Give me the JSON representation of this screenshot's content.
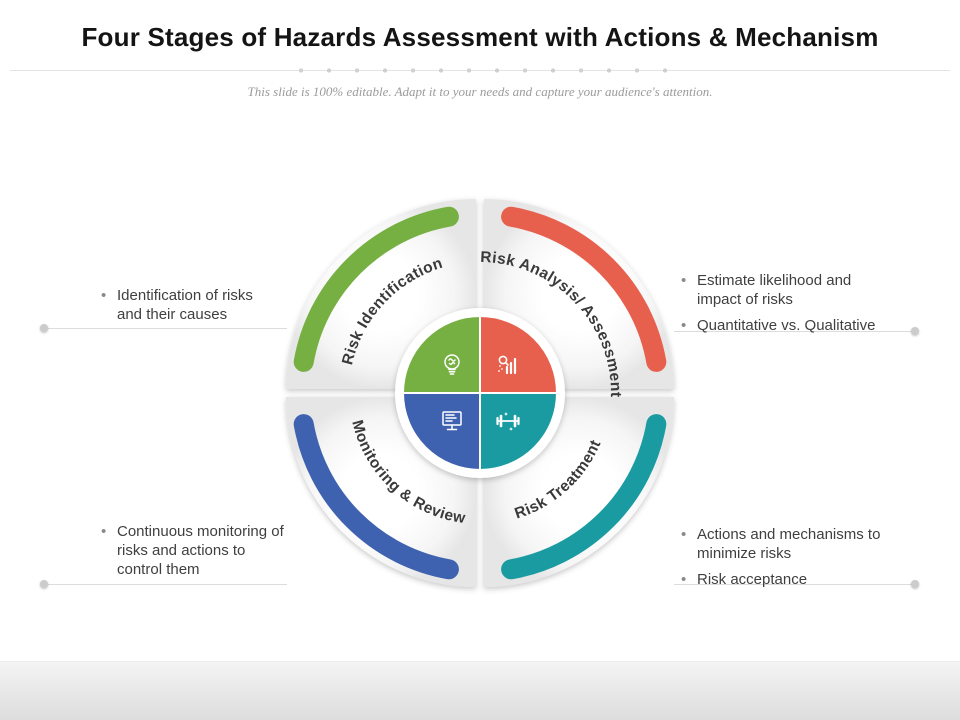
{
  "title": "Four Stages of Hazards Assessment with Actions & Mechanism",
  "subtitle": "This slide is 100% editable. Adapt it to your needs and capture your audience's attention.",
  "colors": {
    "identification": "#76b043",
    "analysis": "#e7604d",
    "treatment": "#199ba1",
    "monitoring": "#3f62b0",
    "label_text": "#3a3a3a"
  },
  "stages": [
    {
      "id": "identification",
      "label": "Risk Identification",
      "color": "#76b043",
      "icon": "brain-bulb-icon",
      "bullets": [
        "Identification of risks and their causes"
      ]
    },
    {
      "id": "analysis",
      "label": "Risk Analysis/ Assessment",
      "color": "#e7604d",
      "icon": "chart-magnifier-icon",
      "bullets": [
        "Estimate likelihood and impact of risks",
        "Quantitative vs. Qualitative"
      ]
    },
    {
      "id": "treatment",
      "label": "Risk Treatment",
      "color": "#199ba1",
      "icon": "dumbbell-icon",
      "bullets": [
        "Actions and mechanisms to minimize risks",
        "Risk acceptance"
      ]
    },
    {
      "id": "monitoring",
      "label": "Monitoring & Review",
      "color": "#3f62b0",
      "icon": "monitor-icon",
      "bullets": [
        "Continuous monitoring of risks and actions to control them"
      ]
    }
  ]
}
